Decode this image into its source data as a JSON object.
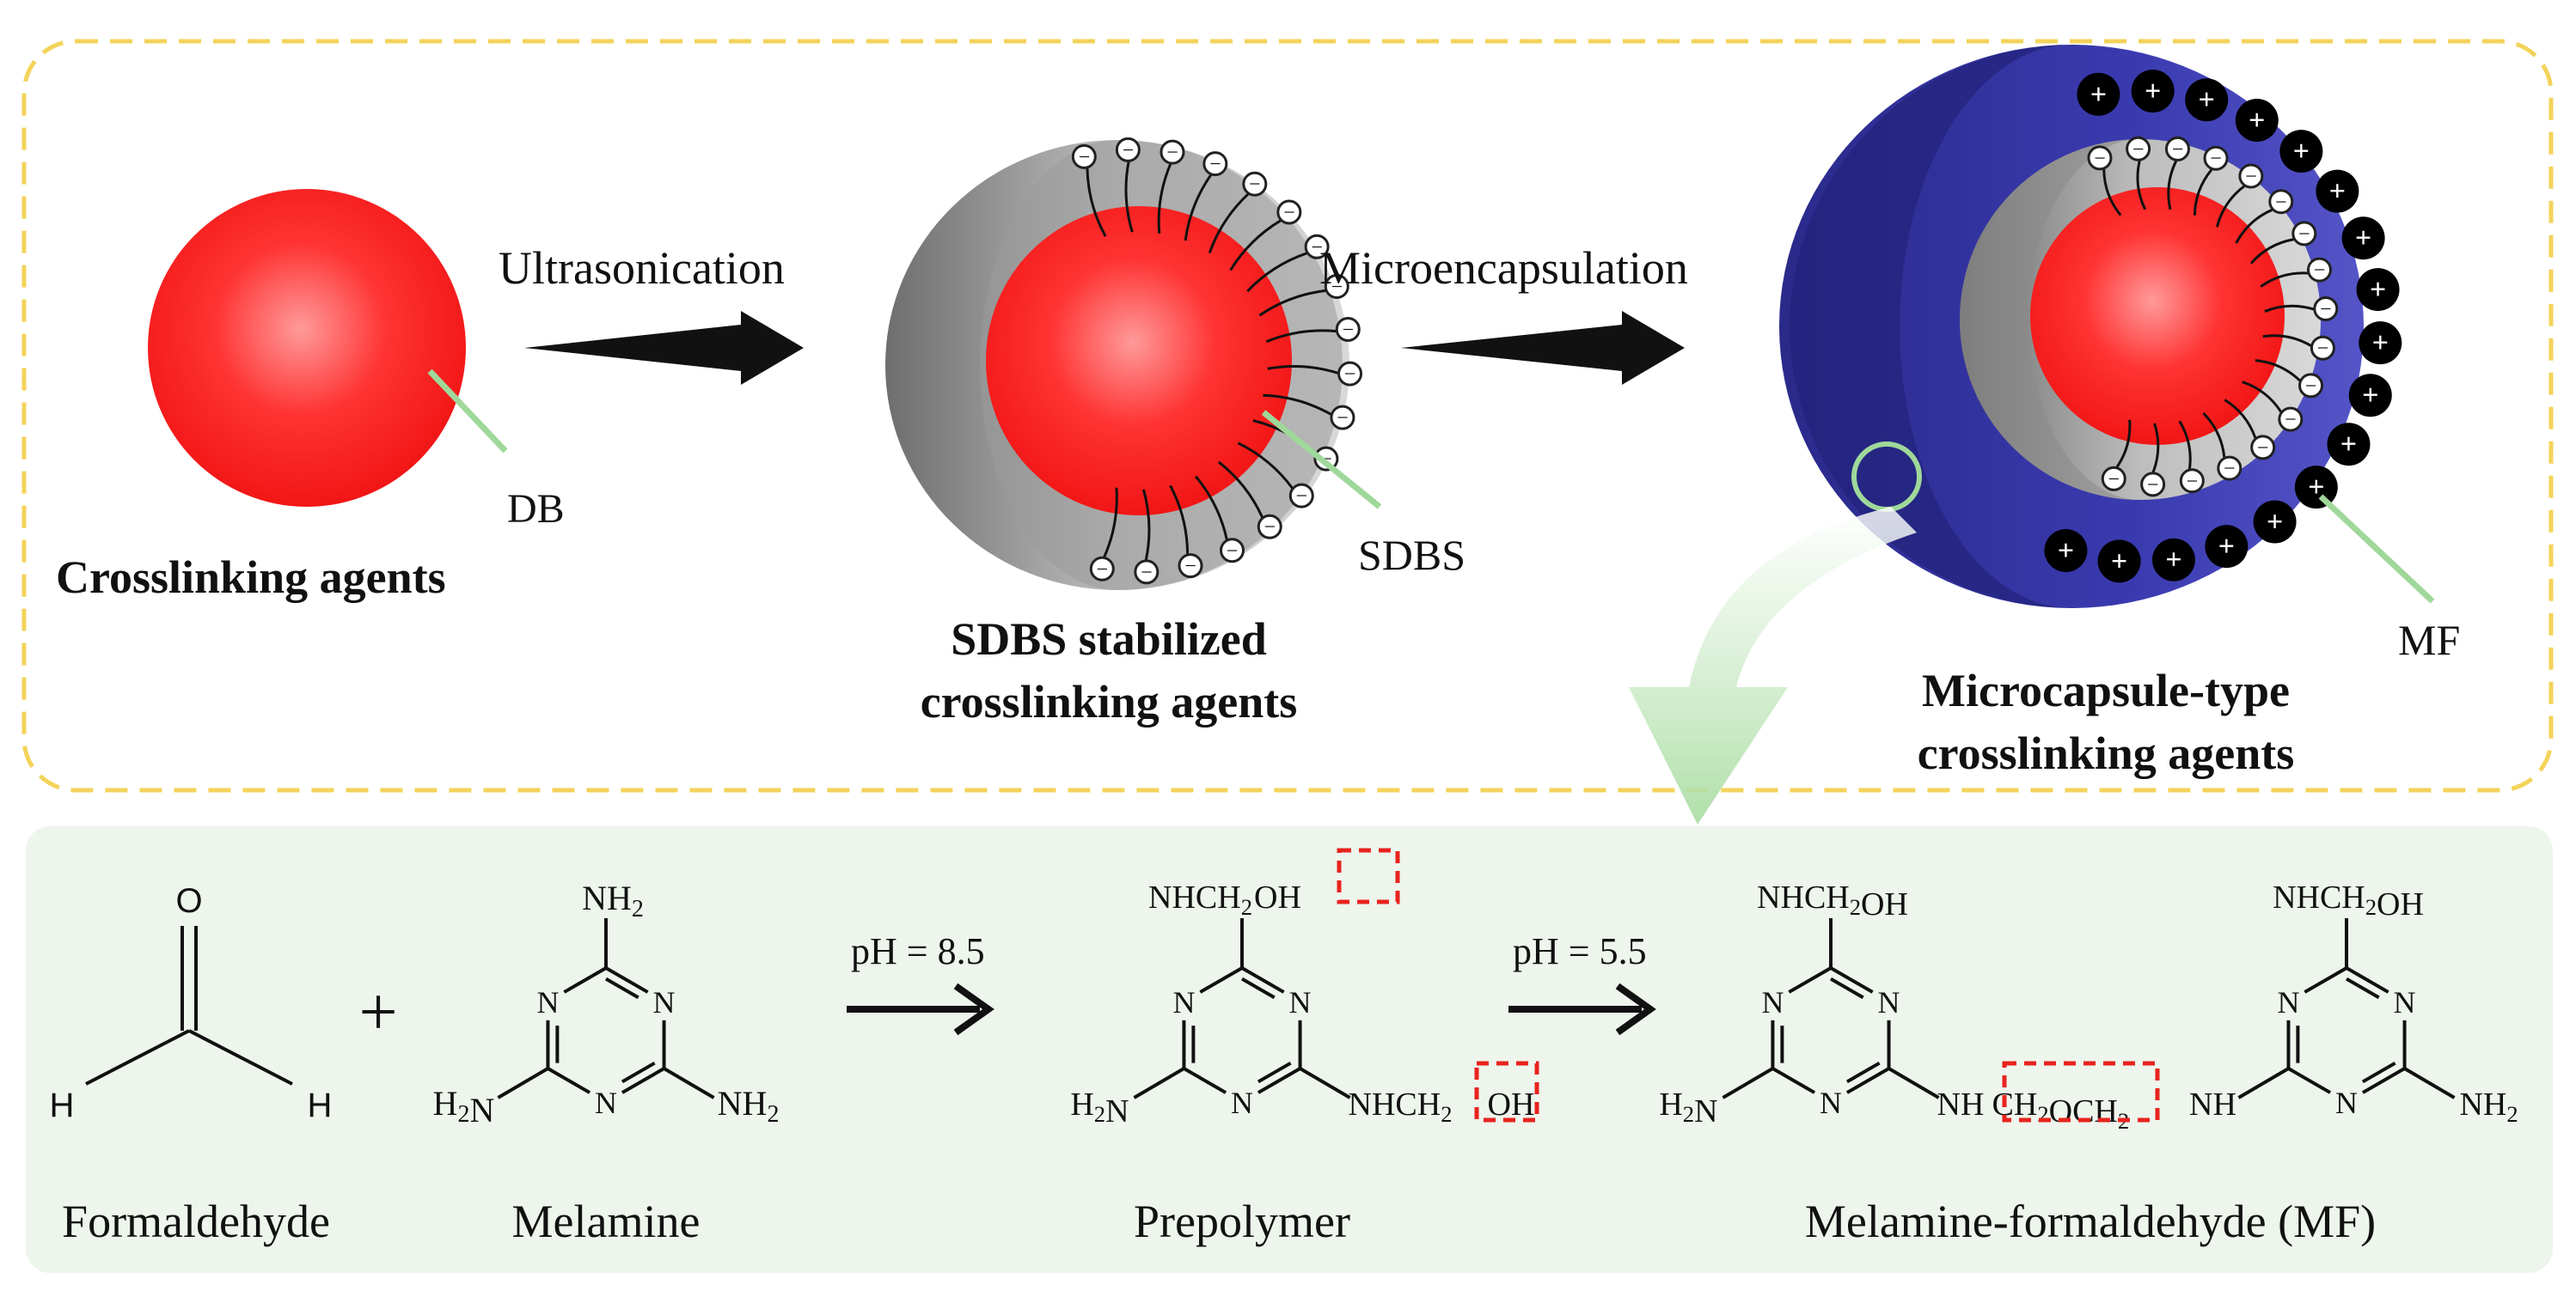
{
  "process": {
    "step1_label": "Ultrasonication",
    "step2_label": "Microencapsulation",
    "stage1_title": "Crosslinking agents",
    "stage1_callout": "DB",
    "stage2_title_line1": "SDBS stabilized",
    "stage2_title_line2": "crosslinking agents",
    "stage2_callout": "SDBS",
    "stage3_title_line1": "Microcapsule-type",
    "stage3_title_line2": "crosslinking agents",
    "stage3_callout": "MF",
    "minus_sign": "−",
    "plus_sign": "+"
  },
  "reaction": {
    "plus_sign": "+",
    "condition1": "pH = 8.5",
    "condition2": "pH = 5.5",
    "formaldehyde_label": "Formaldehyde",
    "melamine_label": "Melamine",
    "prepolymer_label": "Prepolymer",
    "mf_label": "Melamine-formaldehyde (MF)",
    "atoms": {
      "O": "O",
      "H": "H",
      "N": "N",
      "NH2": "NH2",
      "H2N": "H2N",
      "NH": "NH",
      "NHCH2": "NHCH2",
      "OH": "OH",
      "NHCH2OH": "NHCH2OH",
      "CH2OCH2": "CH2OCH2"
    }
  },
  "colors": {
    "core_red": "#ff1a1a",
    "shell_gray": "#a9a9a9",
    "mf_blue": "#3a3aa8",
    "callout_green": "#9fd89a",
    "frame_yellow": "#f3d35a",
    "panel_green": "#eef5ec",
    "highlight_red": "#e8231e"
  }
}
